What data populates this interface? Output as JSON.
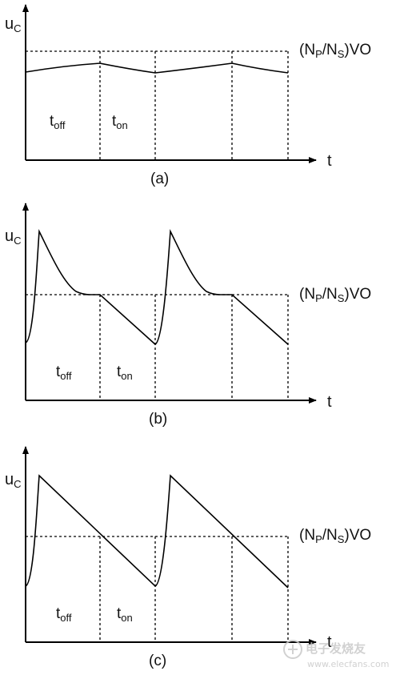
{
  "panels": [
    {
      "id": "a",
      "caption": "(a)",
      "ylabel_main": "u",
      "ylabel_sub": "C",
      "xlabel": "t",
      "ref_main_a": "(N",
      "ref_sub_p": "P",
      "ref_slash": "/N",
      "ref_sub_s": "S",
      "ref_end": ")VO",
      "toff_main": "t",
      "toff_sub": "off",
      "ton_main": "t",
      "ton_sub": "on"
    },
    {
      "id": "b",
      "caption": "(b)",
      "ylabel_main": "u",
      "ylabel_sub": "C",
      "xlabel": "t",
      "ref_main_a": "(N",
      "ref_sub_p": "P",
      "ref_slash": "/N",
      "ref_sub_s": "S",
      "ref_end": ")VO",
      "toff_main": "t",
      "toff_sub": "off",
      "ton_main": "t",
      "ton_sub": "on"
    },
    {
      "id": "c",
      "caption": "(c)",
      "ylabel_main": "u",
      "ylabel_sub": "C",
      "xlabel": "t",
      "ref_main_a": "(N",
      "ref_sub_p": "P",
      "ref_slash": "/N",
      "ref_sub_s": "S",
      "ref_end": ")VO",
      "toff_main": "t",
      "toff_sub": "off",
      "ton_main": "t",
      "ton_sub": "on"
    }
  ],
  "watermark": {
    "cn": "电子发烧友",
    "url": "www.elecfans.com"
  }
}
